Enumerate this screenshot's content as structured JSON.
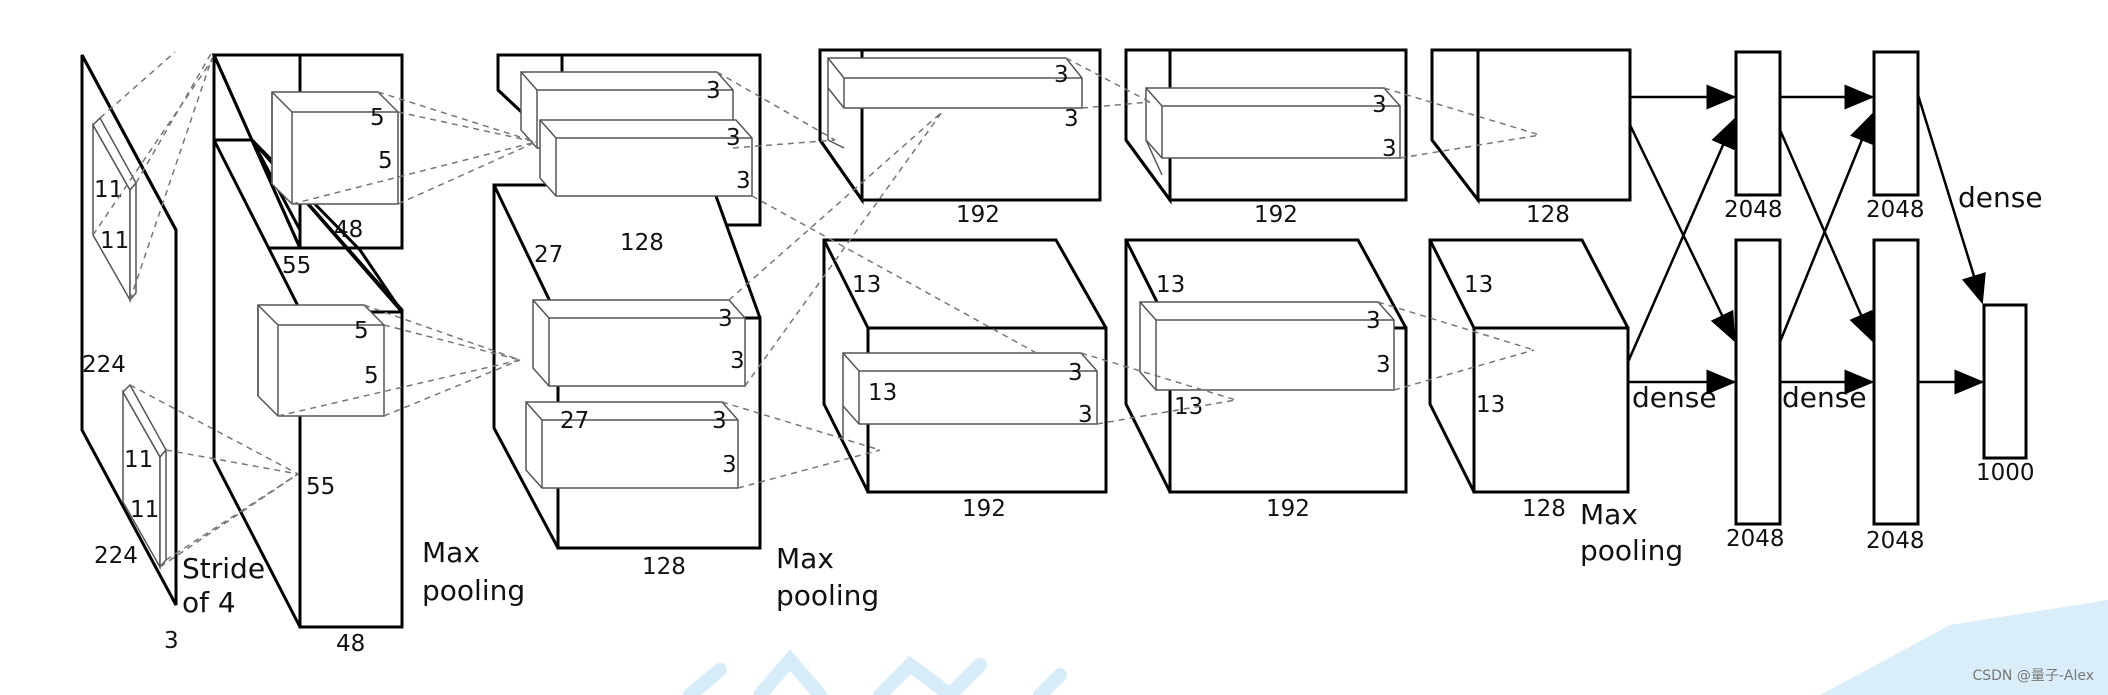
{
  "labels": {
    "input_w": "224",
    "input_h": "224",
    "input_c": "3",
    "k1_a": "11",
    "k1_b": "11",
    "k1c_a": "11",
    "k1c_b": "11",
    "stride": "Stride\nof 4",
    "c1_spatial_a": "55",
    "c1_spatial_b": "55",
    "c1_depth_top": "48",
    "c1_depth_bot": "48",
    "k2_a": "5",
    "k2_b": "5",
    "k2c_a": "5",
    "k2c_b": "5",
    "pool1": "Max\npooling",
    "c2_spatial_a": "27",
    "c2_spatial_b": "27",
    "c2_depth_top": "128",
    "c2_depth_bot": "128",
    "k3": "3",
    "pool2": "Max\npooling",
    "c3_spatial_a": "13",
    "c3_spatial_b": "13",
    "c3_depth_top": "192",
    "c3_depth_bot": "192",
    "c4_spatial_a": "13",
    "c4_spatial_b": "13",
    "c4_depth_top": "192",
    "c4_depth_bot": "192",
    "c5_spatial_a": "13",
    "c5_spatial_b": "13",
    "c5_depth_top": "128",
    "c5_depth_bot": "128",
    "pool3": "Max\npooling",
    "dense": "dense",
    "fc6_top": "2048",
    "fc6_bot": "2048",
    "fc7_top": "2048",
    "fc7_bot": "2048",
    "fc8": "1000"
  },
  "watermark": "CSDN @量子-Alex",
  "colors": {
    "accent_watermark": "#daeefa"
  }
}
